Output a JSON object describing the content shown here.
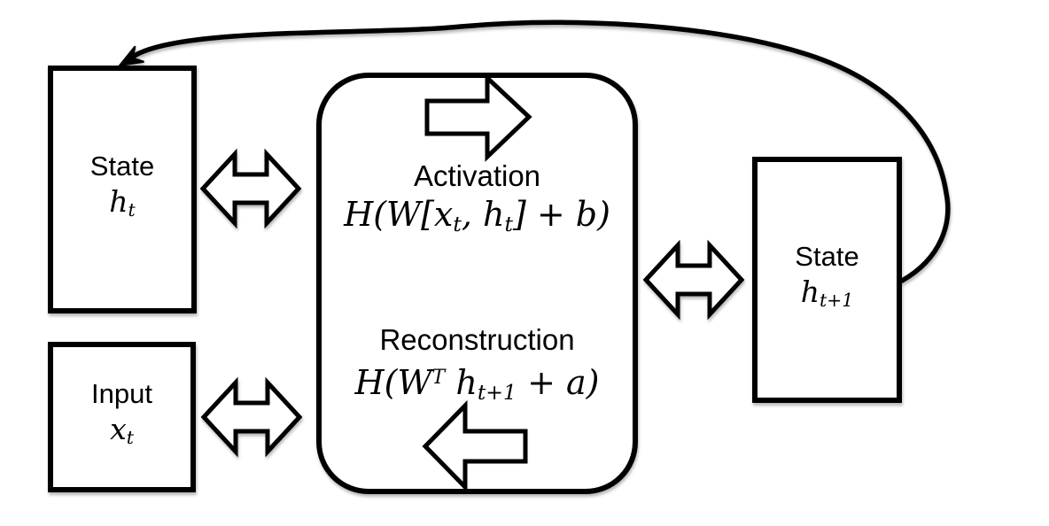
{
  "colors": {
    "line": "#000000",
    "shape_fill": "#ffffff",
    "background": "#ffffff",
    "text": "#000000"
  },
  "boxes": {
    "state_t": {
      "title": "State",
      "var": "h",
      "sub": "t"
    },
    "input": {
      "title": "Input",
      "var": "x",
      "sub": "t"
    },
    "state_t1": {
      "title": "State",
      "var": "h",
      "sub": "t+1"
    }
  },
  "process": {
    "activation": {
      "label": "Activation",
      "formula": {
        "p1": "H(W[x",
        "sub1": "t",
        "p2": ", h",
        "sub2": "t",
        "p3": "] + b)"
      }
    },
    "reconstruction": {
      "label": "Reconstruction",
      "formula": {
        "p1": "H(W",
        "sup1": "T",
        "p2": " h",
        "sub1": "t+1",
        "p3": " + a)"
      }
    }
  },
  "icons": {
    "bidirectional_arrow": "outline double-headed horizontal arrow",
    "forward_arrow": "outline block arrow pointing right",
    "backward_arrow": "outline block arrow pointing left",
    "recurrence_arrow": "curved black arrow from state t+1 back to state t"
  }
}
